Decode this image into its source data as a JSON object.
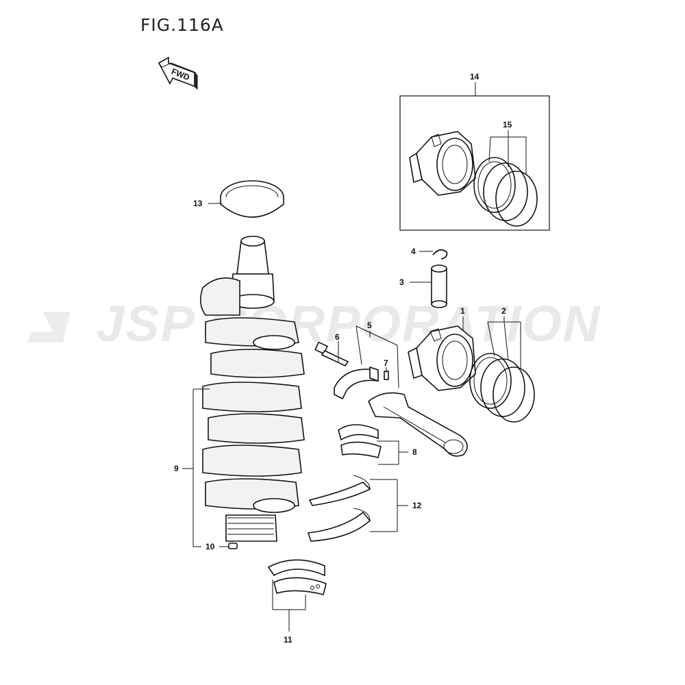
{
  "figure": {
    "title": "FIG.116A",
    "fwd_label": "FWD"
  },
  "watermark": {
    "text": "JSP CORPORATION"
  },
  "callouts": [
    {
      "id": "c1",
      "label": "1"
    },
    {
      "id": "c2",
      "label": "2"
    },
    {
      "id": "c3",
      "label": "3"
    },
    {
      "id": "c4",
      "label": "4"
    },
    {
      "id": "c5",
      "label": "5"
    },
    {
      "id": "c6",
      "label": "6"
    },
    {
      "id": "c7",
      "label": "7"
    },
    {
      "id": "c8",
      "label": "8"
    },
    {
      "id": "c9",
      "label": "9"
    },
    {
      "id": "c10",
      "label": "10"
    },
    {
      "id": "c11",
      "label": "11"
    },
    {
      "id": "c12",
      "label": "12"
    },
    {
      "id": "c13",
      "label": "13"
    },
    {
      "id": "c14",
      "label": "14"
    },
    {
      "id": "c15",
      "label": "15"
    }
  ]
}
